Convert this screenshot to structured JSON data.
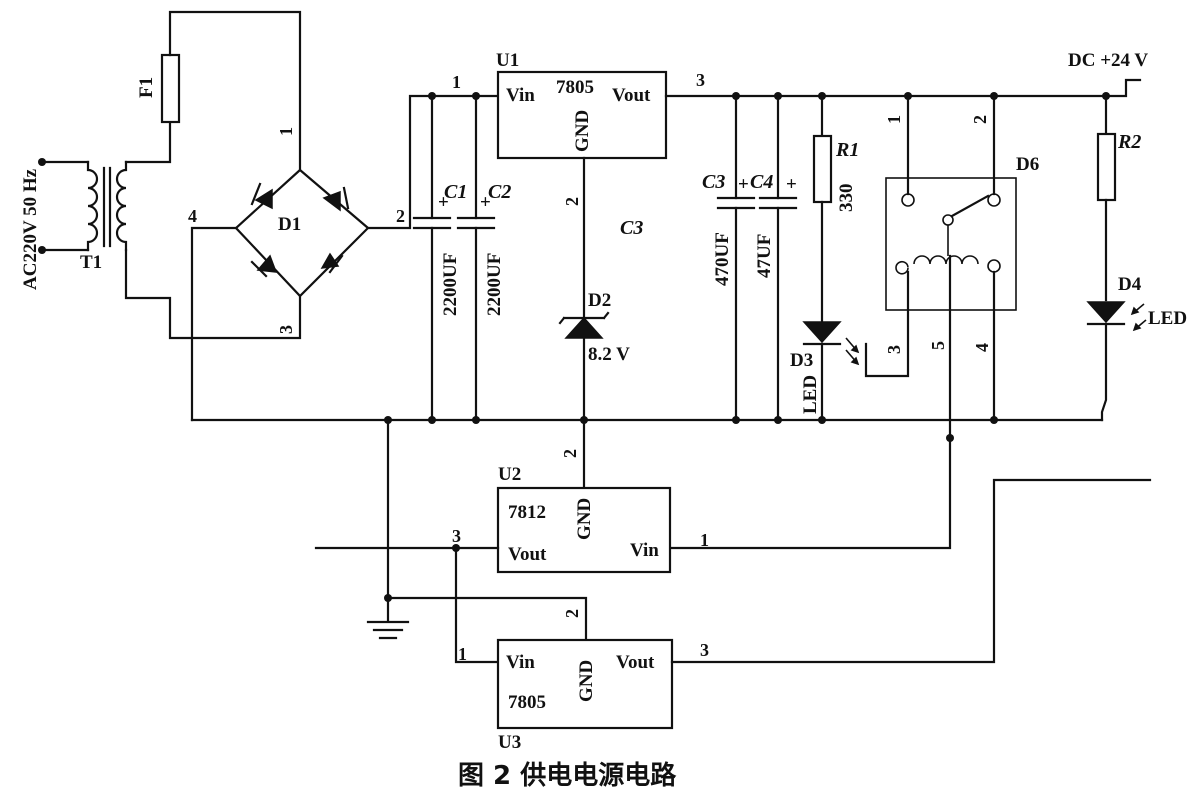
{
  "caption": "图 2  供电电源电路",
  "labels": {
    "ac_source": "AC220V 50 Hz",
    "dc_out": "DC +24 V",
    "fuse": "F1",
    "transformer": "T1",
    "bridge": "D1",
    "c1": "C1",
    "c2": "C2",
    "c1_value": "2200UF",
    "c2_value": "2200UF",
    "c3": "C3",
    "c3_float": "C3",
    "c4": "C4",
    "c3_value": "470UF",
    "c4_value": "47UF",
    "r1": "R1",
    "r1_value": "330",
    "r2": "R2",
    "d2": "D2",
    "d2_value": "8.2 V",
    "d3": "D3",
    "d3_type": "LED",
    "d4": "D4",
    "d4_type": "LED",
    "d6": "D6",
    "plus": "+"
  },
  "regulators": {
    "u1": {
      "name": "U1",
      "part": "7805",
      "vin": "Vin",
      "vout": "Vout",
      "gnd": "GND"
    },
    "u2": {
      "name": "U2",
      "part": "7812",
      "vin": "Vin",
      "vout": "Vout",
      "gnd": "GND"
    },
    "u3": {
      "name": "U3",
      "part": "7805",
      "vin": "Vin",
      "vout": "Vout",
      "gnd": "GND"
    }
  },
  "pins": {
    "one": "1",
    "two": "2",
    "three": "3",
    "four": "4",
    "five": "5"
  }
}
